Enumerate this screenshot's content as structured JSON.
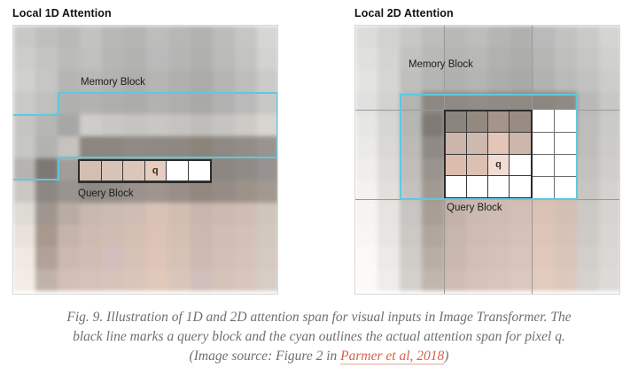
{
  "figure": {
    "panels": [
      {
        "id": "local-1d",
        "title": "Local 1D Attention",
        "memory_label": "Memory Block",
        "query_label": "Query Block",
        "query_pixel_label": "q",
        "query_cells": 6,
        "query_rows": 1,
        "query_filled_cells": 4
      },
      {
        "id": "local-2d",
        "title": "Local 2D Attention",
        "memory_label": "Memory Block",
        "query_label": "Query Block",
        "query_pixel_label": "q",
        "query_cols": 4,
        "query_rows": 4,
        "grid_blocks": 3
      }
    ],
    "caption": {
      "part1": "Fig. 9. Illustration of 1D and 2D attention span for visual inputs in Image Transformer. The black line marks a query block and the cyan outlines the actual attention span for pixel q. (Image source: Figure 2 in ",
      "link_text": "Parmer et al, 2018",
      "part2": ")"
    },
    "colors": {
      "cyan_outline": "#5ec8e0",
      "query_outline": "#2b2b2b",
      "caption_text": "#6f6f6f",
      "link": "#d4624a",
      "panel_border": "#d8d8d8",
      "grid_line": "#9a9a9a",
      "background": "#ffffff"
    }
  },
  "mosaic_1d": {
    "cols": 12,
    "rows": 12,
    "cell": 25,
    "rowcolors": [
      [
        "#c8c8c6",
        "#bfbfbd",
        "#b9b9b7",
        "#c2c2c0",
        "#b8b8b6",
        "#b4b4b2",
        "#bdbdbb",
        "#b7b7b5",
        "#b2b2b0",
        "#bcbcba",
        "#c6c6c4",
        "#d6d6d4"
      ],
      [
        "#cdcdcb",
        "#c4c4c2",
        "#bbbbb9",
        "#c0c0be",
        "#b6b6b4",
        "#b2b2b0",
        "#bababa",
        "#b5b5b3",
        "#b0b0ae",
        "#babab8",
        "#c3c3c1",
        "#d2d2d0"
      ],
      [
        "#d0d0ce",
        "#c6c6c4",
        "#b5b5b3",
        "#b9b9b7",
        "#b3b3b1",
        "#aeaeac",
        "#b5b5b3",
        "#b0b0ae",
        "#ababa9",
        "#b4b4b2",
        "#bdbdbb",
        "#cbcbc9"
      ],
      [
        "#c9c9c7",
        "#c0c0be",
        "#b0b0ae",
        "#b2b2b0",
        "#aeaeac",
        "#acacaa",
        "#b2b2b0",
        "#aeaeac",
        "#a9a9a7",
        "#b1b1af",
        "#bababa",
        "#c8c8c6"
      ],
      [
        "#c4c4c2",
        "#b6b6b4",
        "#a7a7a5",
        "#cfcdc9",
        "#c9c7c3",
        "#c6c4c0",
        "#c9c7c3",
        "#c5c3bf",
        "#c0beba",
        "#c6c4c0",
        "#cecac6",
        "#d8d4d0"
      ],
      [
        "#c6c6c4",
        "#b2b2b0",
        "#c6c2be",
        "#8c8680",
        "#8d8781",
        "#918b85",
        "#8f8983",
        "#8e8882",
        "#8b8579",
        "#8f8983",
        "#938d87",
        "#9a9490"
      ],
      [
        "#b6b4b2",
        "#7d7874",
        "#a39d99",
        "#888278",
        "#8a8480",
        "#8d8783",
        "#918b87",
        "#8e8884",
        "#8a8480",
        "#8d8783",
        "#918b87",
        "#989290"
      ],
      [
        "#cbc7c3",
        "#8e8884",
        "#9a9490",
        "#8f8985",
        "#938d89",
        "#9b918d",
        "#a0948e",
        "#9a8e88",
        "#928880",
        "#968c86",
        "#9c9288",
        "#a39990"
      ],
      [
        "#dedad4",
        "#a09690",
        "#b8aca4",
        "#c8b8ae",
        "#cbbbb1",
        "#cfbdb3",
        "#d9c2b4",
        "#d2bdb1",
        "#c8b6ac",
        "#ccbab0",
        "#cfbdb3",
        "#cfc5bd"
      ],
      [
        "#e8e2da",
        "#a8998f",
        "#c6b4aa",
        "#cdbbb1",
        "#d0bcb2",
        "#d4bfb3",
        "#dbc3b5",
        "#d4bfb3",
        "#cbb9af",
        "#d0beb4",
        "#d3c1b7",
        "#d2c8c0"
      ],
      [
        "#efe9e1",
        "#b0a298",
        "#cbb9af",
        "#d0bcb2",
        "#d2bebc",
        "#d6c1b5",
        "#ddc5b7",
        "#d6c1b5",
        "#cdbbb1",
        "#d2c0b6",
        "#d5c3b9",
        "#d4cac2"
      ],
      [
        "#f2ece4",
        "#c0b2a8",
        "#d2c0b6",
        "#d4c2b8",
        "#d6c4ba",
        "#d9c6ba",
        "#e0c8ba",
        "#d9c6ba",
        "#d0bebb",
        "#d5c3b9",
        "#d8c6bc",
        "#d7cdc5"
      ]
    ]
  },
  "mosaic_2d": {
    "cols": 12,
    "rows": 12,
    "cell": 25,
    "rowcolors": [
      [
        "#dcdcda",
        "#d2d2d0",
        "#c7c7c5",
        "#bdbdbb",
        "#b8b8b6",
        "#bdbdbb",
        "#b5b5b3",
        "#b0b0ae",
        "#bababa",
        "#c2c2c0",
        "#cacac8",
        "#d4d4d2"
      ],
      [
        "#e0e0de",
        "#d4d4d2",
        "#c2c2c0",
        "#b9b9b7",
        "#b4b4b2",
        "#b8b8b6",
        "#b1b1af",
        "#adadab",
        "#b6b6b4",
        "#bfbfbd",
        "#c6c6c4",
        "#d0d0ce"
      ],
      [
        "#e3e3e1",
        "#d6d6d4",
        "#bfbfbd",
        "#b4b4b2",
        "#b0b0ae",
        "#b4b4b2",
        "#adadab",
        "#a9a9a7",
        "#b2b2b0",
        "#babab8",
        "#c2c2c0",
        "#cccccA"
      ],
      [
        "#e0e0de",
        "#d2d2d0",
        "#b4b4b2",
        "#8e8882",
        "#8f8983",
        "#928c86",
        "#908a84",
        "#8f8983",
        "#8c8680",
        "#908a84",
        "#b9b9b7",
        "#c7c7c5"
      ],
      [
        "#e6e6e4",
        "#d6d6d4",
        "#b6b6b4",
        "#7f7a76",
        "#a49e9a",
        "#938d89",
        "#8f8985",
        "#938d89",
        "#8c8682",
        "#8f8985",
        "#bdbdbb",
        "#cacac8"
      ],
      [
        "#eceae6",
        "#dad8d4",
        "#bcbab6",
        "#908a86",
        "#9c9692",
        "#918b87",
        "#958f8b",
        "#9d938f",
        "#a29690",
        "#9c9088",
        "#c0bebA",
        "#cdcbc7"
      ],
      [
        "#f0eeea",
        "#dedcd8",
        "#c0bebA",
        "#9a948e",
        "#b0a69e",
        "#c4b4aa",
        "#c7b7ad",
        "#cbb9af",
        "#d5beb0",
        "#cebbb1",
        "#c4c2be",
        "#d0cecA"
      ],
      [
        "#f4f2ee",
        "#e2e0dc",
        "#c4c2be",
        "#a29a92",
        "#beb0a6",
        "#c9b7ad",
        "#ccbab0",
        "#cfbbb1",
        "#d7c0b2",
        "#d0bdb1",
        "#c8c6c2",
        "#d4d2ce"
      ],
      [
        "#f6f4f0",
        "#e6e4e0",
        "#c8c6c2",
        "#a89e96",
        "#c2b2a8",
        "#ccbab0",
        "#cfbbb1",
        "#d2beb4",
        "#dac3b5",
        "#d3c0b4",
        "#ccc8c4",
        "#d6d4d0"
      ],
      [
        "#f8f6f2",
        "#e8e6e2",
        "#ccc8c4",
        "#b0a69e",
        "#c6b6ac",
        "#cfbbb1",
        "#d2beb4",
        "#d5c1b7",
        "#ddc6b8",
        "#d6c3b7",
        "#cecac6",
        "#d8d6d2"
      ],
      [
        "#fbf9f5",
        "#eceae6",
        "#d0ccc8",
        "#b8aea6",
        "#cab8ae",
        "#d2beb4",
        "#d5c1b7",
        "#d8c4ba",
        "#e0c9bb",
        "#d9c6ba",
        "#d2cecA",
        "#dad8d4"
      ],
      [
        "#fcfaf6",
        "#efedE9",
        "#d4d0cc",
        "#c0b6ae",
        "#cebcb2",
        "#d5c1b7",
        "#d8c4ba",
        "#dbc7bd",
        "#e2ccbe",
        "#dcc9bd",
        "#d5d1cd",
        "#dcdad6"
      ]
    ]
  }
}
